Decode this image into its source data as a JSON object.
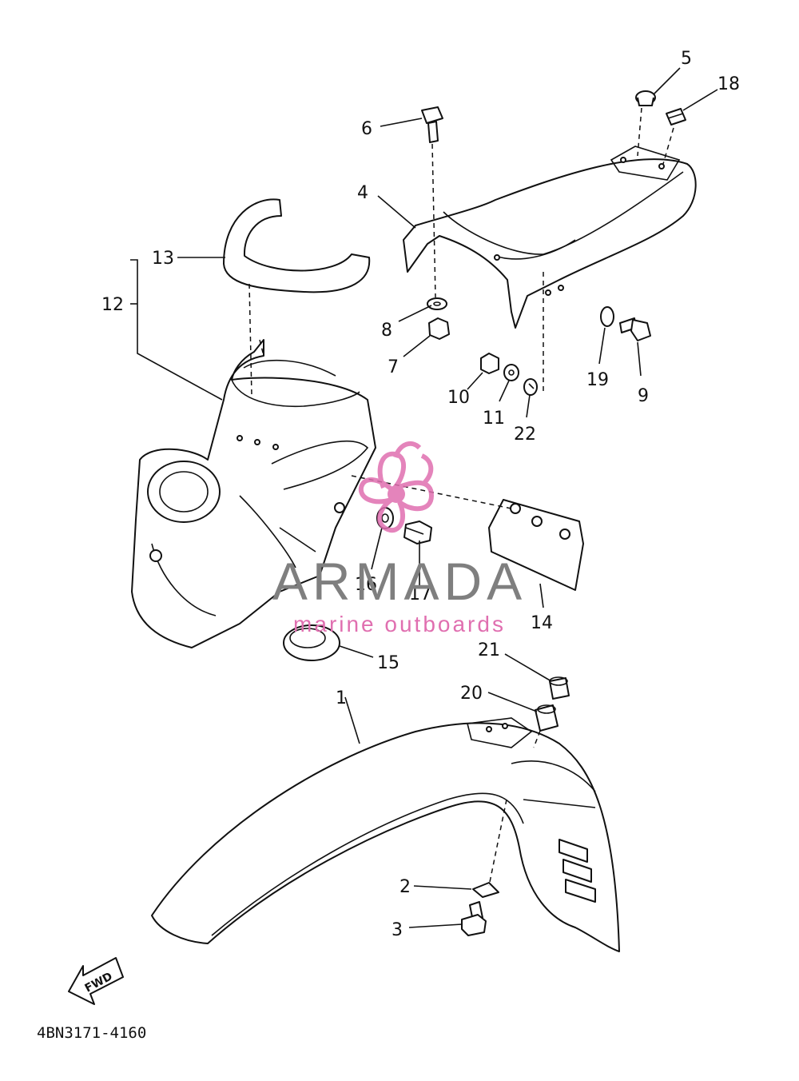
{
  "callouts": {
    "c1": "1",
    "c2": "2",
    "c3": "3",
    "c4": "4",
    "c5": "5",
    "c6": "6",
    "c7": "7",
    "c8": "8",
    "c9": "9",
    "c10": "10",
    "c11": "11",
    "c12": "12",
    "c13": "13",
    "c14": "14",
    "c15": "15",
    "c16": "16",
    "c17": "17",
    "c18": "18",
    "c19": "19",
    "c20": "20",
    "c21": "21",
    "c22": "22"
  },
  "fwd_label": "FWD",
  "diagram_code": "4BN3171-4160",
  "watermark": {
    "brand": "ARMADA",
    "tagline": "marine outboards",
    "brand_color": "#7f7f7f",
    "logo_color": "#e06fb0"
  }
}
